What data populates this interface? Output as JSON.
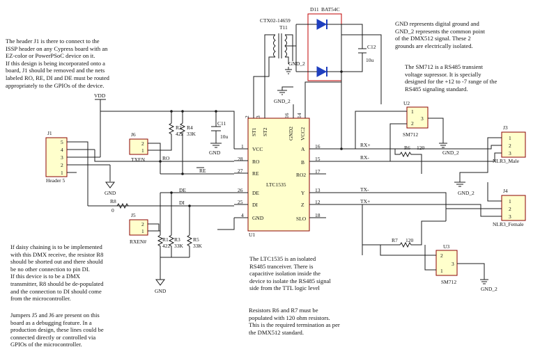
{
  "notes": {
    "j1_header": "The header J1 is there to connect to the\nISSP header on any Cypress board with an\nEZ-color or PowerPSoC device on it.\nIf this design is being incorporated onto a\nboard, J1 should be removed and the nets\nlabeled RO, RE, DI and DE must be routed\nappropriately to the GPIOs of the device.",
    "ground": "GND represents digital ground and\nGND_2 represents the common point\nof the DMX512 signal. These 2\ngrounds are electrically isolated.",
    "sm712": "The SM712 is a RS485 transient\nvoltage supressor. It is specially\ndesigned for the +12 to -7 range of the\nRS485 signaling standard.",
    "daisy": "If daisy chaining is to be implemented\nwith this DMX receive, the resistor R8\nshould be shorted out and there should\nbe no other connection to pin DI.\nIf this device is to be a DMX\ntransmitter, R8 should be de-populated\nand the connection to DI should come\nfrom the microcontroller.",
    "ltc": "The LTC1535 is an isolated\nRS485 tranceiver. There is\ncapacitive isolation inside the\ndevice to isolate the RS485 signal\nside from the TTL logic level",
    "jumpers": "Jumpers J5 and J6 are present on this\nboard as a debugging feature. In a\nproduction design, these lines could be\nconnected directly or controlled via\nGPIOs of the microcontroller.",
    "resistors": "Resistors R6 and R7 must be\npopulated with 120 ohm resistors.\nThis is the required termination as per\nthe DMX512 standard."
  },
  "labels": {
    "vdd": "VDD",
    "gnd": "GND",
    "gnd2": "GND_2",
    "j1": "J1",
    "j1_sub": "Header 5",
    "j1_pins": [
      "5",
      "4",
      "3",
      "2",
      "1"
    ],
    "j6": "J6",
    "j5": "J5",
    "j3": "J3",
    "j3_sub": "NLR3_Male",
    "j4": "J4",
    "j4_sub": "NLR3_Female",
    "jack_pins": [
      "1",
      "2",
      "3"
    ],
    "jumper_pins": [
      "2",
      "1"
    ],
    "txen": "TXEN",
    "rxen": "RXEN#",
    "ro": "RO",
    "re": "RE",
    "de": "DE",
    "di": "DI",
    "rx_plus": "RX+",
    "rx_minus": "RX-",
    "tx_minus": "TX-",
    "tx_plus": "TX+",
    "r1": "R1",
    "r1v": "422",
    "r2": "R2",
    "r2v": "422",
    "r3": "R3",
    "r3v": "33K",
    "r4": "R4",
    "r4v": "33K",
    "r5": "R5",
    "r5v": "33K",
    "r6": "R6",
    "r6v": "120",
    "r7": "R7",
    "r7v": "120",
    "r8": "R8",
    "r8v": "0",
    "c11": "C11",
    "c11v": "10u",
    "c12": "C12",
    "c12v": "10u",
    "t11": "T11",
    "t11_part": "CTX02-14659",
    "d11": "D11",
    "d11_part": "BAT54C",
    "u1": "U1",
    "u1_part": "LTC1535",
    "u2": "U2",
    "u3": "U3",
    "sm712": "SM712",
    "u1_pins_left": [
      "VCC",
      "RO",
      "RE",
      "DE",
      "DI",
      "GND"
    ],
    "u1_pinnums_left": [
      "1",
      "28",
      "27",
      "26",
      "25",
      "4"
    ],
    "u1_pins_top": [
      "ST1",
      "ST2",
      "GND2",
      "VCC2"
    ],
    "u1_pinnums_top": [
      "2",
      "3",
      "16",
      "14"
    ],
    "u1_pins_right": [
      "A",
      "B",
      "RO2",
      "Y",
      "Z",
      "SLO"
    ],
    "u1_pinnums_right": [
      "16",
      "15",
      "17",
      "13",
      "12",
      "18"
    ],
    "sm712_pins": [
      "1",
      "2",
      "3"
    ]
  }
}
